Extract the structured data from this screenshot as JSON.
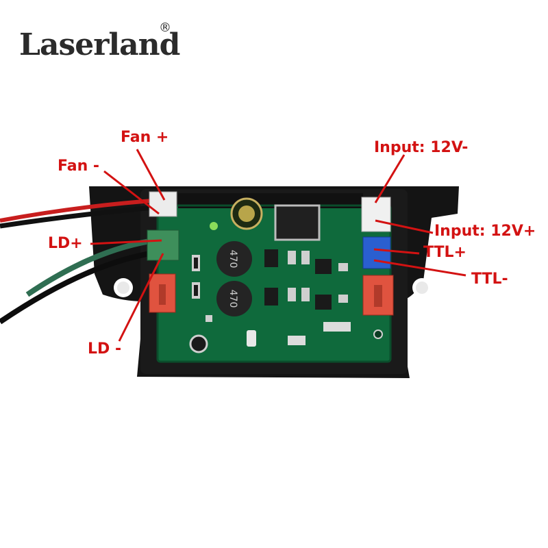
{
  "brand": {
    "name": "Laserland",
    "registered": "®"
  },
  "labels": {
    "fan_plus": "Fan +",
    "fan_minus": "Fan -",
    "ld_plus": "LD+",
    "ld_minus": "LD -",
    "input_minus": "Input: 12V-",
    "input_plus": "Input: 12V+",
    "ttl_plus": "TTL+",
    "ttl_minus": "TTL-"
  },
  "components": {
    "inductor_1": "470",
    "inductor_2": "470"
  },
  "colors": {
    "label_red": "#d31212",
    "pcb_green": "#0f6a3c",
    "case_black": "#141414",
    "connector_red": "#e0533f",
    "connector_blue": "#2a5fd0"
  }
}
